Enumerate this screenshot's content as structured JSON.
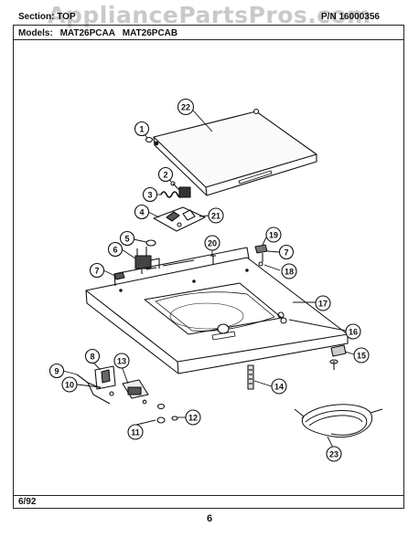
{
  "watermark": "AppliancePartsPros.com",
  "header": {
    "section_label": "Section:",
    "section_value": "TOP",
    "pn_label": "P/N",
    "pn_value": "16000356"
  },
  "models": {
    "label": "Models:",
    "items": [
      "MAT26PCAA",
      "MAT26PCAB"
    ]
  },
  "footer": {
    "date": "6/92",
    "page_number": "6"
  },
  "callouts": [
    "1",
    "2",
    "3",
    "4",
    "5",
    "6",
    "7",
    "7",
    "8",
    "9",
    "10",
    "11",
    "12",
    "13",
    "14",
    "15",
    "16",
    "17",
    "18",
    "19",
    "20",
    "21",
    "22",
    "23"
  ]
}
